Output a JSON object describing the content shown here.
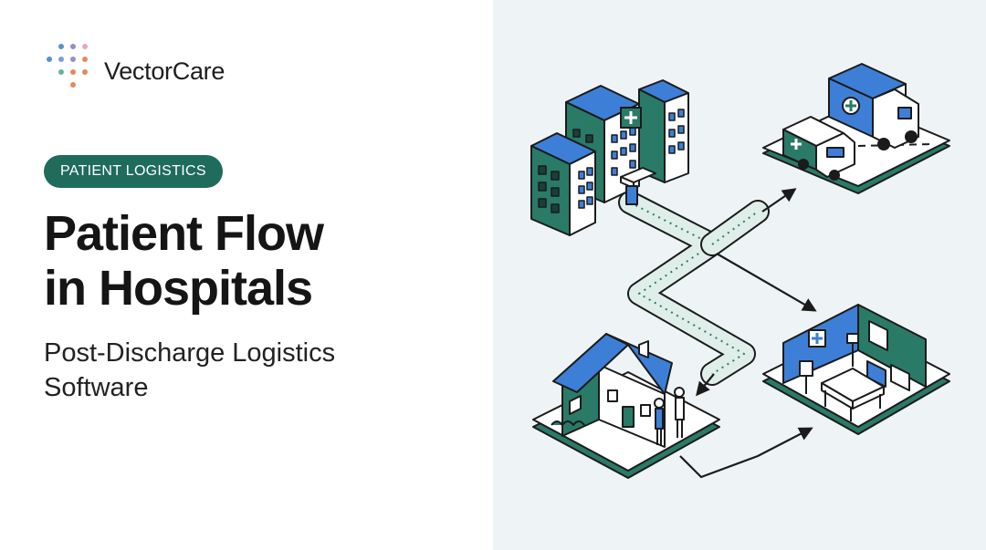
{
  "brand": {
    "name": "VectorCare",
    "dot_colors": [
      "#5b8fd0",
      "#e08a5e",
      "#9a8cc8",
      "#63b5a2"
    ]
  },
  "badge": {
    "label": "PATIENT LOGISTICS"
  },
  "headline": {
    "line1": "Patient Flow",
    "line2": "in Hospitals"
  },
  "subtitle": {
    "line1": "Post-Discharge Logistics",
    "line2": "Software"
  },
  "colors": {
    "accent": "#1f6b5c",
    "blue": "#3d7fd6",
    "teal": "#2a7a68",
    "outline": "#1b1b1b",
    "panel_bg": "#eef3f6"
  },
  "illustration": {
    "scenes": [
      "hospital-building",
      "ambulance-depot",
      "care-room",
      "home"
    ],
    "icons": [
      "medical-cross-icon",
      "ambulance-icon",
      "patient-bed-icon",
      "house-icon"
    ]
  }
}
